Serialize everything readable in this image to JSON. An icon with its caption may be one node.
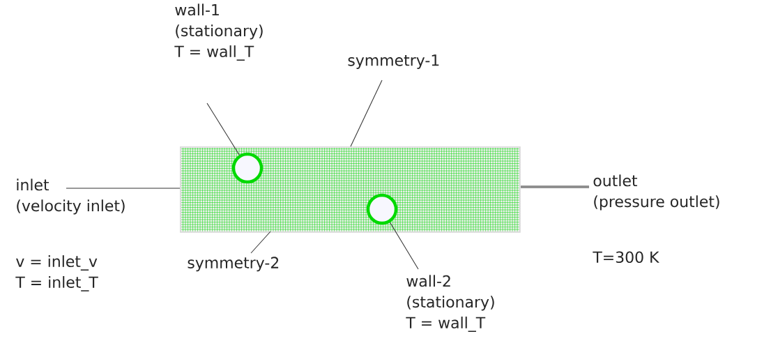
{
  "diagram": {
    "nodes": [
      {
        "text": [],
        "shape": "box"
      },
      {
        "text": [],
        "shape": "circle",
        "in": 0
      },
      {
        "text": [],
        "shape": "circle",
        "in": 0
      },
      {
        "text": [
          "wall-1",
          "(stationary)",
          "T = wall_T"
        ]
      },
      {
        "text": [
          "symmetry-1"
        ]
      },
      {
        "text": [
          "inlet",
          "(velocity inlet)",
          "v = inlet_v",
          "T = inlet_T"
        ]
      },
      {
        "text": [
          "symmetry-2"
        ]
      },
      {
        "text": [
          "wall-2",
          "(stationary)",
          "T = wall_T"
        ]
      },
      {
        "text": [
          "outlet",
          "(pressure outlet)",
          "T=300 K"
        ]
      }
    ],
    "edges": [
      {
        "from": 3,
        "to": 1,
        "arrow": "none"
      },
      {
        "from": 4,
        "to": 0,
        "arrow": "none"
      },
      {
        "from": 5,
        "to": 0,
        "arrow": "none"
      },
      {
        "from": 6,
        "to": 0,
        "arrow": "none"
      },
      {
        "from": 7,
        "to": 2,
        "arrow": "none"
      },
      {
        "from": 8,
        "to": 0,
        "arrow": "none",
        "style": "thick"
      }
    ]
  }
}
